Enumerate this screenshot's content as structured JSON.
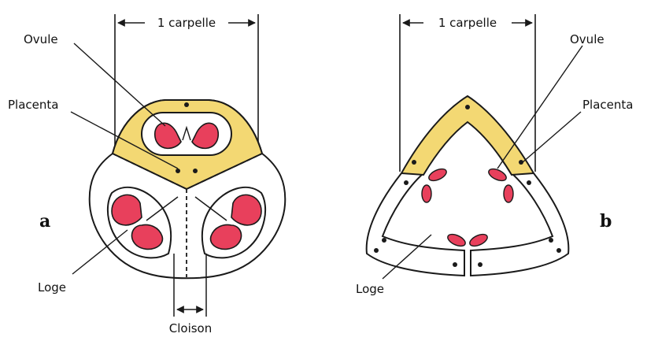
{
  "colors": {
    "carpel_fill": "#f3d873",
    "ovule_fill": "#e8405c",
    "outline": "#1a1a1a",
    "background": "#ffffff"
  },
  "diagram_a": {
    "panel_letter": "a",
    "labels": {
      "carpel": "1 carpelle",
      "ovule": "Ovule",
      "placenta": "Placenta",
      "loge": "Loge",
      "partition": "Cloison"
    }
  },
  "diagram_b": {
    "panel_letter": "b",
    "labels": {
      "carpel": "1 carpelle",
      "ovule": "Ovule",
      "placenta": "Placenta",
      "loge": "Loge"
    }
  }
}
